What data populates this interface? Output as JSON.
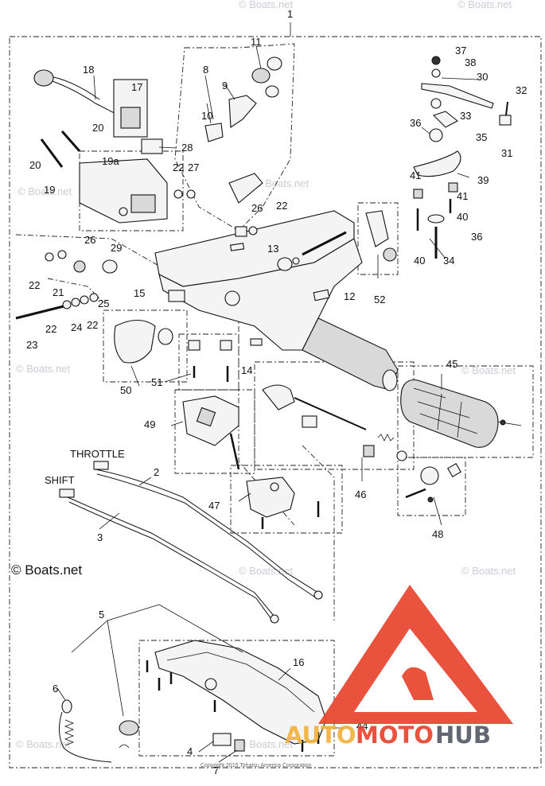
{
  "callouts": [
    "1",
    "2",
    "3",
    "4",
    "5",
    "6",
    "7",
    "8",
    "9",
    "10",
    "11",
    "12",
    "13",
    "14",
    "15",
    "16",
    "17",
    "18",
    "19",
    "19a",
    "20",
    "20",
    "21",
    "22",
    "22",
    "22",
    "22",
    "22",
    "23",
    "24",
    "25",
    "26",
    "26",
    "27",
    "28",
    "29",
    "30",
    "31",
    "32",
    "33",
    "34",
    "35",
    "36",
    "36",
    "37",
    "38",
    "39",
    "40",
    "40",
    "41",
    "41",
    "44",
    "45",
    "46",
    "47",
    "48",
    "49",
    "50",
    "51",
    "52"
  ],
  "labels": {
    "throttle": "THROTTLE",
    "shift": "SHIFT"
  },
  "brand": {
    "left_logo": "© Boats.net",
    "watermark": "© Boats.net",
    "copyright": "Copyright 2015 Tohatsu America Corporation",
    "hub_part1": "AUTO",
    "hub_part2": "MOTO",
    "hub_part3": "HUB"
  },
  "colors": {
    "triangle": "#e8452e",
    "auto": "#f2b33d",
    "moto": "#e8452e",
    "hub": "#555b66",
    "watermark": "#c8ccd4"
  }
}
